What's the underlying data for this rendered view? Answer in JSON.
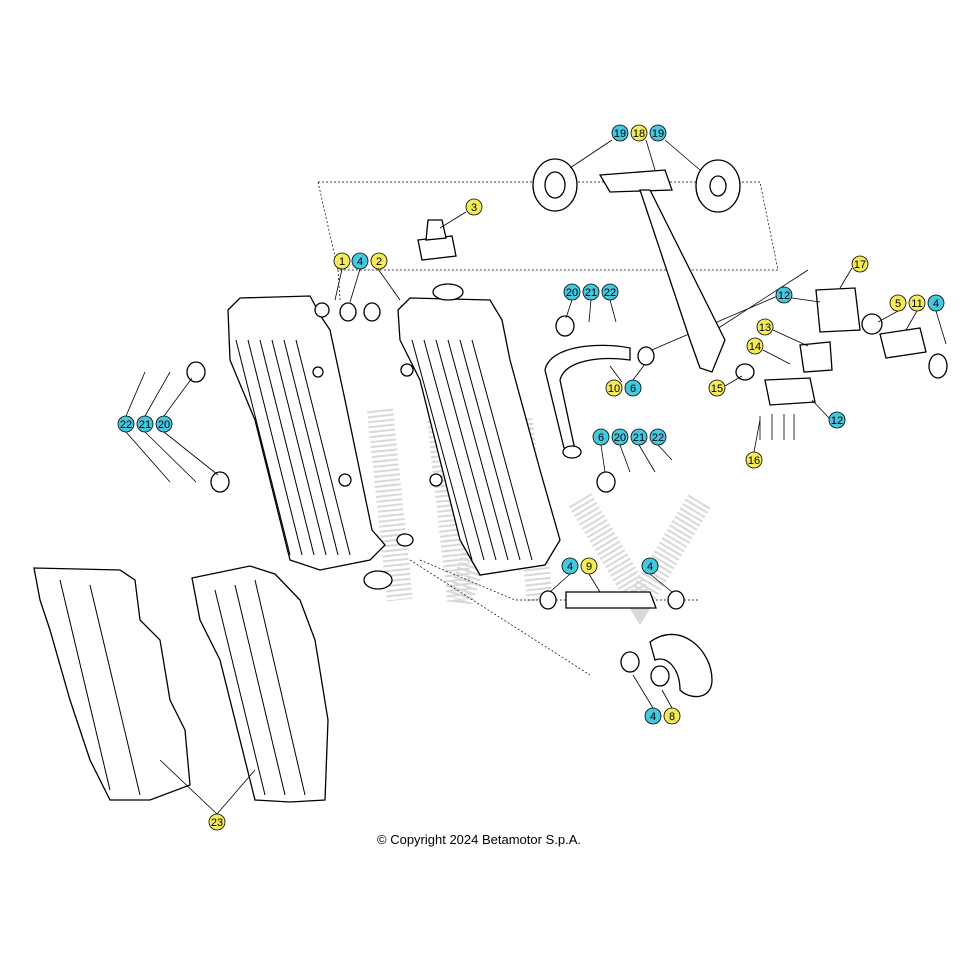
{
  "footer": {
    "copyright": "© Copyright 2024 Betamotor S.p.A."
  },
  "colors": {
    "callout_yellow": "#f4ea5a",
    "callout_cyan": "#43c8e0",
    "line": "#000000",
    "watermark": "#d8d8d8"
  },
  "callouts": [
    {
      "text": "19",
      "color": "cyan"
    },
    {
      "text": "18",
      "color": "yellow"
    },
    {
      "text": "19",
      "color": "cyan"
    },
    {
      "text": "3",
      "color": "yellow"
    },
    {
      "text": "1",
      "color": "yellow"
    },
    {
      "text": "4",
      "color": "cyan"
    },
    {
      "text": "2",
      "color": "yellow"
    },
    {
      "text": "17",
      "color": "yellow"
    },
    {
      "text": "20",
      "color": "cyan"
    },
    {
      "text": "21",
      "color": "cyan"
    },
    {
      "text": "22",
      "color": "cyan"
    },
    {
      "text": "12",
      "color": "cyan"
    },
    {
      "text": "5",
      "color": "yellow"
    },
    {
      "text": "11",
      "color": "yellow"
    },
    {
      "text": "4",
      "color": "cyan"
    },
    {
      "text": "13",
      "color": "yellow"
    },
    {
      "text": "14",
      "color": "yellow"
    },
    {
      "text": "10",
      "color": "yellow"
    },
    {
      "text": "6",
      "color": "cyan"
    },
    {
      "text": "15",
      "color": "yellow"
    },
    {
      "text": "22",
      "color": "cyan"
    },
    {
      "text": "21",
      "color": "cyan"
    },
    {
      "text": "20",
      "color": "cyan"
    },
    {
      "text": "12",
      "color": "cyan"
    },
    {
      "text": "6",
      "color": "cyan"
    },
    {
      "text": "20",
      "color": "cyan"
    },
    {
      "text": "21",
      "color": "cyan"
    },
    {
      "text": "22",
      "color": "cyan"
    },
    {
      "text": "16",
      "color": "yellow"
    },
    {
      "text": "4",
      "color": "cyan"
    },
    {
      "text": "9",
      "color": "yellow"
    },
    {
      "text": "4",
      "color": "cyan"
    },
    {
      "text": "4",
      "color": "cyan"
    },
    {
      "text": "8",
      "color": "yellow"
    },
    {
      "text": "23",
      "color": "yellow"
    }
  ]
}
